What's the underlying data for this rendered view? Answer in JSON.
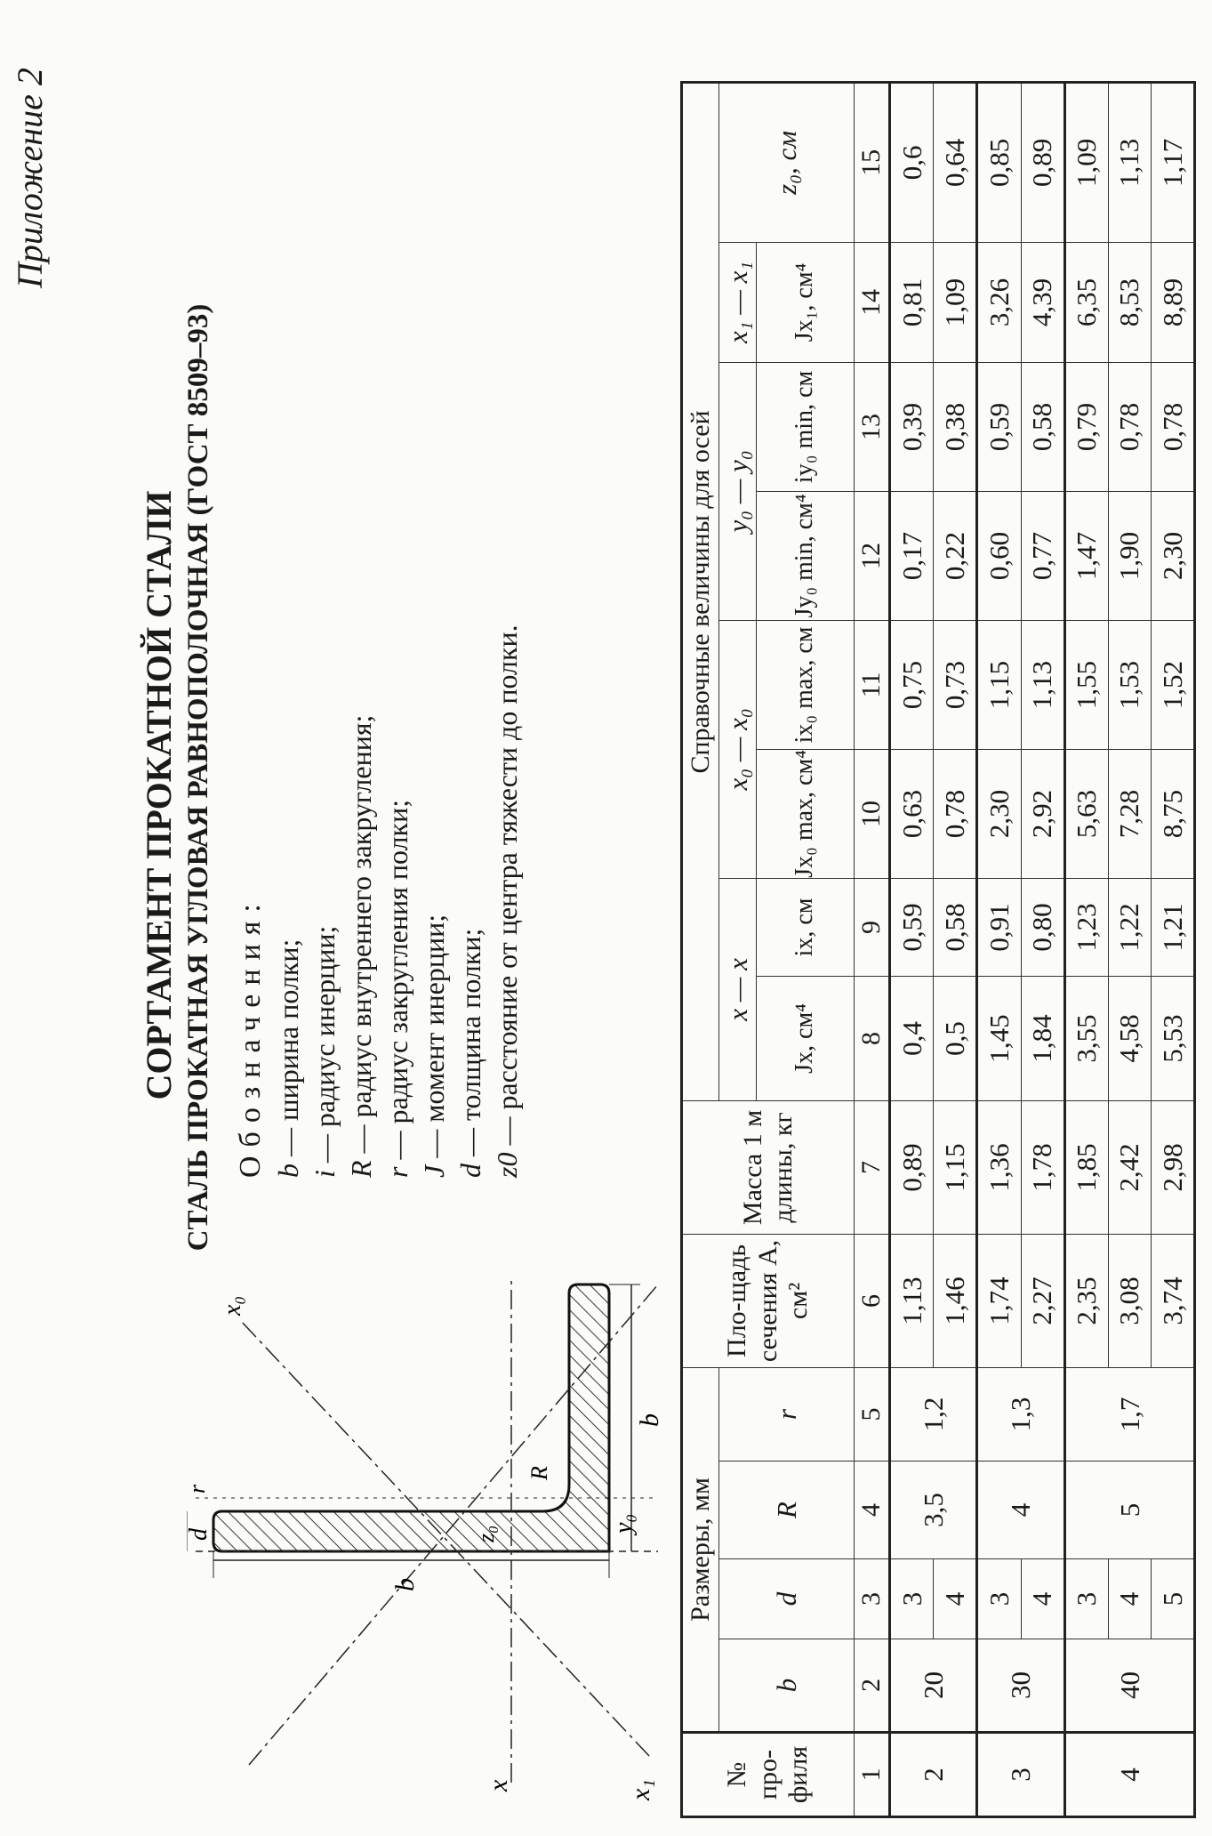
{
  "appendix_label": "Приложение 2",
  "title": "СОРТАМЕНТ ПРОКАТНОЙ СТАЛИ",
  "subtitle": "СТАЛЬ ПРОКАТНАЯ УГЛОВАЯ РАВНОПОЛОЧНАЯ (ГОСТ 8509–93)",
  "legend": {
    "heading": "Обозначения:",
    "items": [
      {
        "symbol": "b",
        "text": " — ширина полки;"
      },
      {
        "symbol": "i",
        "text": " — радиус инерции;"
      },
      {
        "symbol": "R",
        "text": " — радиус внутреннего закругления;"
      },
      {
        "symbol": "r",
        "text": " — радиус закругления полки;"
      },
      {
        "symbol": "J",
        "text": " — момент инерции;"
      },
      {
        "symbol": "d",
        "text": " — толщина полки;"
      },
      {
        "symbol": "z0",
        "text": " — расстояние от центра тяжести до полки."
      }
    ]
  },
  "diagram": {
    "labels": {
      "x": "x",
      "x1": "x₁",
      "y0": "y₀",
      "x0": "x₀",
      "b": "b",
      "d": "d",
      "R": "R",
      "r": "r",
      "z0": "z₀"
    }
  },
  "table": {
    "header": {
      "profile_no": "№ про-филя",
      "dimensions": "Размеры, мм",
      "area": "Пло-щадь сечения A, см²",
      "mass": "Масса 1 м длины, кг",
      "reference": "Справочные величины для осей",
      "axis_x": "x — x",
      "axis_x0": "x₀ — x₀",
      "axis_y0": "y₀ — y₀",
      "axis_x1": "x₁ — x₁",
      "b": "b",
      "d": "d",
      "R": "R",
      "r": "r",
      "Jx": "Jx, см⁴",
      "ix": "ix, см",
      "Jx0max": "Jx₀ max, см⁴",
      "ix0max": "ix₀ max, см",
      "Jy0min": "Jy₀ min, см⁴",
      "iy0min": "iy₀ min, см",
      "Jx1": "Jx₁, см⁴",
      "z0": "z₀, см"
    },
    "column_numbers": [
      "1",
      "2",
      "3",
      "4",
      "5",
      "6",
      "7",
      "8",
      "9",
      "10",
      "11",
      "12",
      "13",
      "14",
      "15"
    ],
    "groups": [
      {
        "profile": "2",
        "b": "20",
        "R": "3,5",
        "r": "1,2",
        "rows": [
          {
            "d": "3",
            "A": "1,13",
            "m": "0,89",
            "Jx": "0,4",
            "ix": "0,59",
            "Jx0": "0,63",
            "ix0": "0,75",
            "Jy0": "0,17",
            "iy0": "0,39",
            "Jx1": "0,81",
            "z0": "0,6"
          },
          {
            "d": "4",
            "A": "1,46",
            "m": "1,15",
            "Jx": "0,5",
            "ix": "0,58",
            "Jx0": "0,78",
            "ix0": "0,73",
            "Jy0": "0,22",
            "iy0": "0,38",
            "Jx1": "1,09",
            "z0": "0,64"
          }
        ]
      },
      {
        "profile": "3",
        "b": "30",
        "R": "4",
        "r": "1,3",
        "rows": [
          {
            "d": "3",
            "A": "1,74",
            "m": "1,36",
            "Jx": "1,45",
            "ix": "0,91",
            "Jx0": "2,30",
            "ix0": "1,15",
            "Jy0": "0,60",
            "iy0": "0,59",
            "Jx1": "3,26",
            "z0": "0,85"
          },
          {
            "d": "4",
            "A": "2,27",
            "m": "1,78",
            "Jx": "1,84",
            "ix": "0,80",
            "Jx0": "2,92",
            "ix0": "1,13",
            "Jy0": "0,77",
            "iy0": "0,58",
            "Jx1": "4,39",
            "z0": "0,89"
          }
        ]
      },
      {
        "profile": "4",
        "b": "40",
        "R": "5",
        "r": "1,7",
        "rows": [
          {
            "d": "3",
            "A": "2,35",
            "m": "1,85",
            "Jx": "3,55",
            "ix": "1,23",
            "Jx0": "5,63",
            "ix0": "1,55",
            "Jy0": "1,47",
            "iy0": "0,79",
            "Jx1": "6,35",
            "z0": "1,09"
          },
          {
            "d": "4",
            "A": "3,08",
            "m": "2,42",
            "Jx": "4,58",
            "ix": "1,22",
            "Jx0": "7,28",
            "ix0": "1,53",
            "Jy0": "1,90",
            "iy0": "0,78",
            "Jx1": "8,53",
            "z0": "1,13"
          },
          {
            "d": "5",
            "A": "3,74",
            "m": "2,98",
            "Jx": "5,53",
            "ix": "1,21",
            "Jx0": "8,75",
            "ix0": "1,52",
            "Jy0": "2,30",
            "iy0": "0,78",
            "Jx1": "8,89",
            "z0": "1,17"
          }
        ]
      }
    ]
  }
}
